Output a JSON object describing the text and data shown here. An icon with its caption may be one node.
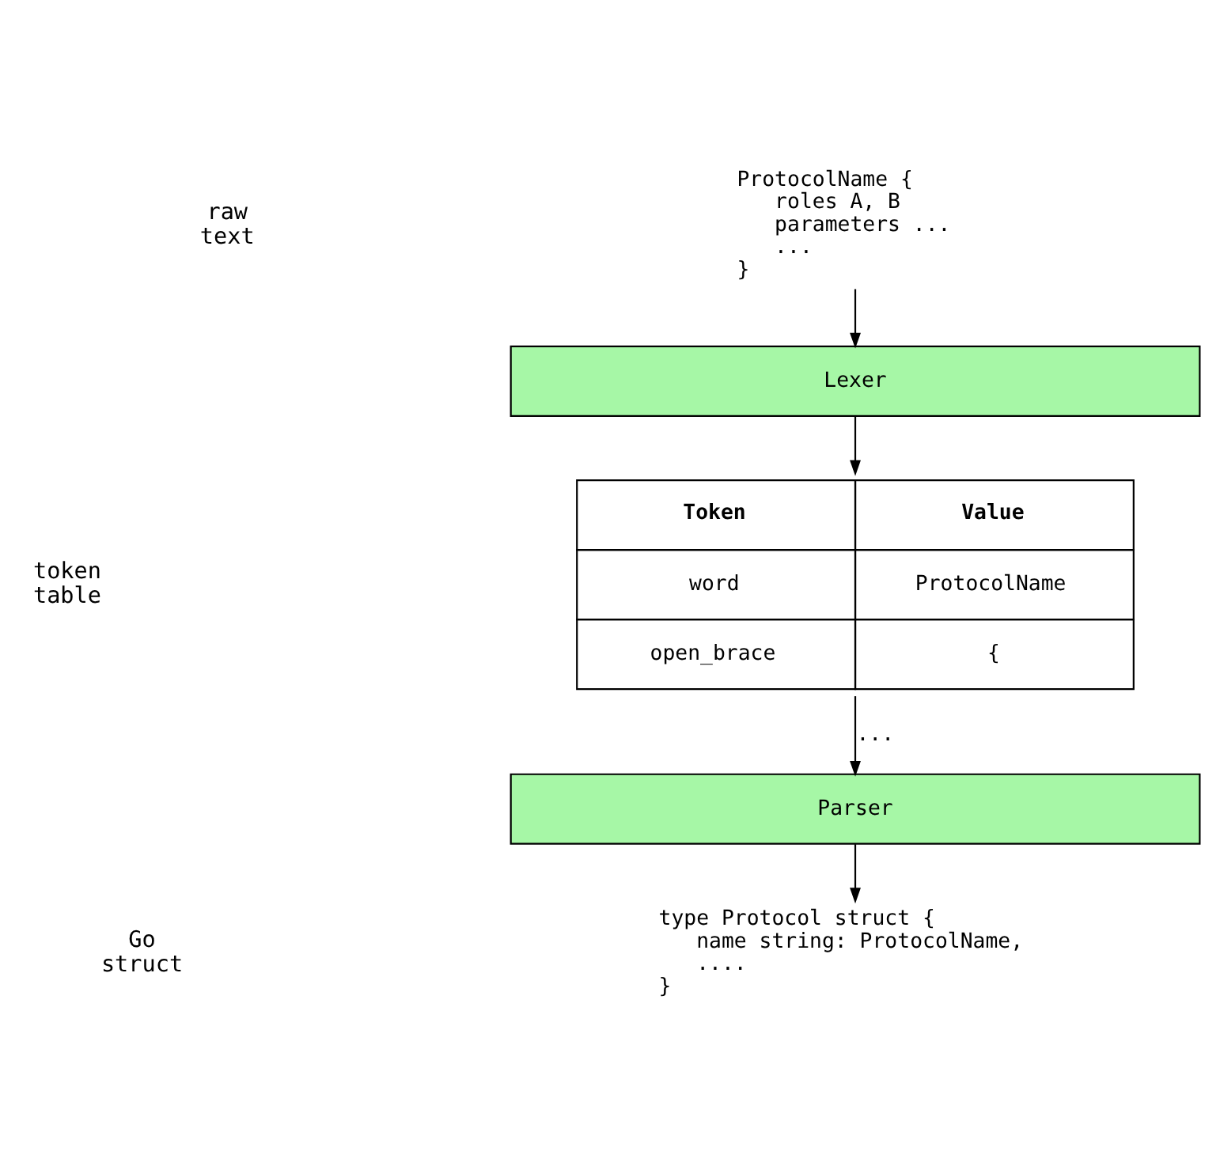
{
  "diagram": {
    "nodes": [
      {
        "text": [
          "ProtocolName {",
          "roles A, B",
          "parameters ...",
          "...",
          "}"
        ]
      },
      {
        "text": [
          "Lexer"
        ]
      },
      {
        "text": [
          "Token",
          "Value",
          "word",
          "ProtocolName",
          "open_brace",
          "{"
        ]
      },
      {
        "text": [
          "Parser"
        ]
      },
      {
        "text": [
          "type Protocol struct {",
          "name string: ProtocolName,",
          "....",
          "}"
        ]
      }
    ],
    "edges": [
      {
        "from": 0,
        "to": 1,
        "arrow": "to"
      },
      {
        "from": 1,
        "to": 2,
        "arrow": "to"
      },
      {
        "from": 2,
        "to": 3,
        "arrow": "to",
        "label": "..."
      },
      {
        "from": 3,
        "to": 4,
        "arrow": "to"
      }
    ],
    "labels": [
      "raw text",
      "token table",
      "Go struct"
    ]
  }
}
